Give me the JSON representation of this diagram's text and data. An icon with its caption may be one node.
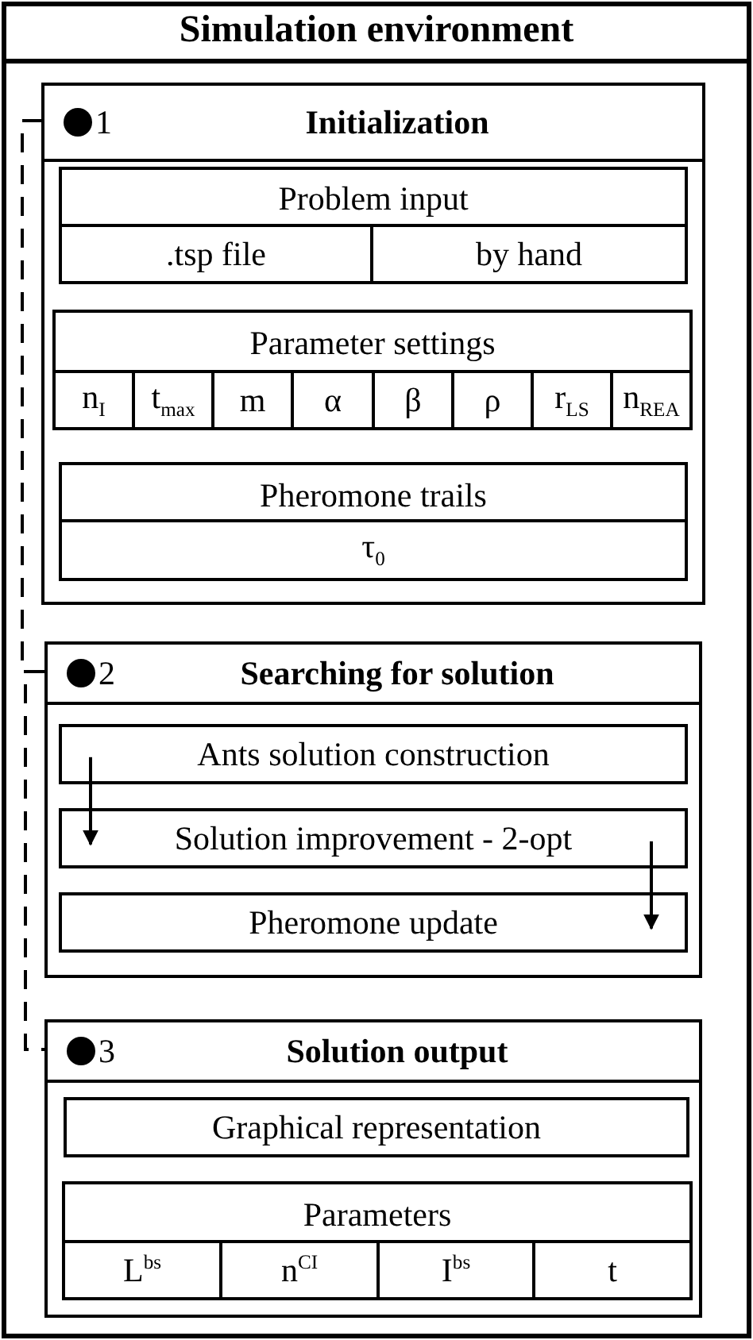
{
  "diagram": {
    "nodes": [
      {
        "text": [
          "Simulation environment"
        ]
      },
      {
        "text": [
          "1",
          "Initialization"
        ],
        "in": 0
      },
      {
        "text": [
          "Problem input"
        ],
        "in": 1
      },
      {
        "text": [
          ".tsp file"
        ],
        "in": 2
      },
      {
        "text": [
          "by hand"
        ],
        "in": 2
      },
      {
        "text": [
          "Parameter settings"
        ],
        "in": 1
      },
      {
        "text": [
          "n$_{I}$"
        ],
        "in": 5
      },
      {
        "text": [
          "t$_{max}$"
        ],
        "in": 5
      },
      {
        "text": [
          "m"
        ],
        "in": 5
      },
      {
        "text": [
          "α"
        ],
        "in": 5
      },
      {
        "text": [
          "β"
        ],
        "in": 5
      },
      {
        "text": [
          "ρ"
        ],
        "in": 5
      },
      {
        "text": [
          "r$_{LS}$"
        ],
        "in": 5
      },
      {
        "text": [
          "n$_{REA}$"
        ],
        "in": 5
      },
      {
        "text": [
          "Pheromone trails"
        ],
        "in": 1
      },
      {
        "text": [
          "τ$_{0}$"
        ],
        "in": 14
      },
      {
        "text": [
          "2",
          "Searching for solution"
        ],
        "in": 0
      },
      {
        "text": [
          "Ants solution construction"
        ],
        "in": 16
      },
      {
        "text": [
          "Solution improvement - 2-opt"
        ],
        "in": 16
      },
      {
        "text": [
          "Pheromone update"
        ],
        "in": 16
      },
      {
        "text": [
          "3",
          "Solution output"
        ],
        "in": 0
      },
      {
        "text": [
          "Graphical representation"
        ],
        "in": 20
      },
      {
        "text": [
          "Parameters"
        ],
        "in": 20
      },
      {
        "text": [
          "L$^{bs}$"
        ],
        "in": 22
      },
      {
        "text": [
          "n$^{CI}$"
        ],
        "in": 22
      },
      {
        "text": [
          "I$^{bs}$"
        ],
        "in": 22
      },
      {
        "text": [
          "t"
        ],
        "in": 22
      }
    ],
    "edges": [
      {
        "from": 1,
        "to": 16,
        "arrow": "none",
        "style": "dashed"
      },
      {
        "from": 16,
        "to": 20,
        "arrow": "none",
        "style": "dashed"
      },
      {
        "from": 17,
        "to": 18,
        "arrow": "to"
      },
      {
        "from": 18,
        "to": 19,
        "arrow": "to"
      }
    ]
  }
}
